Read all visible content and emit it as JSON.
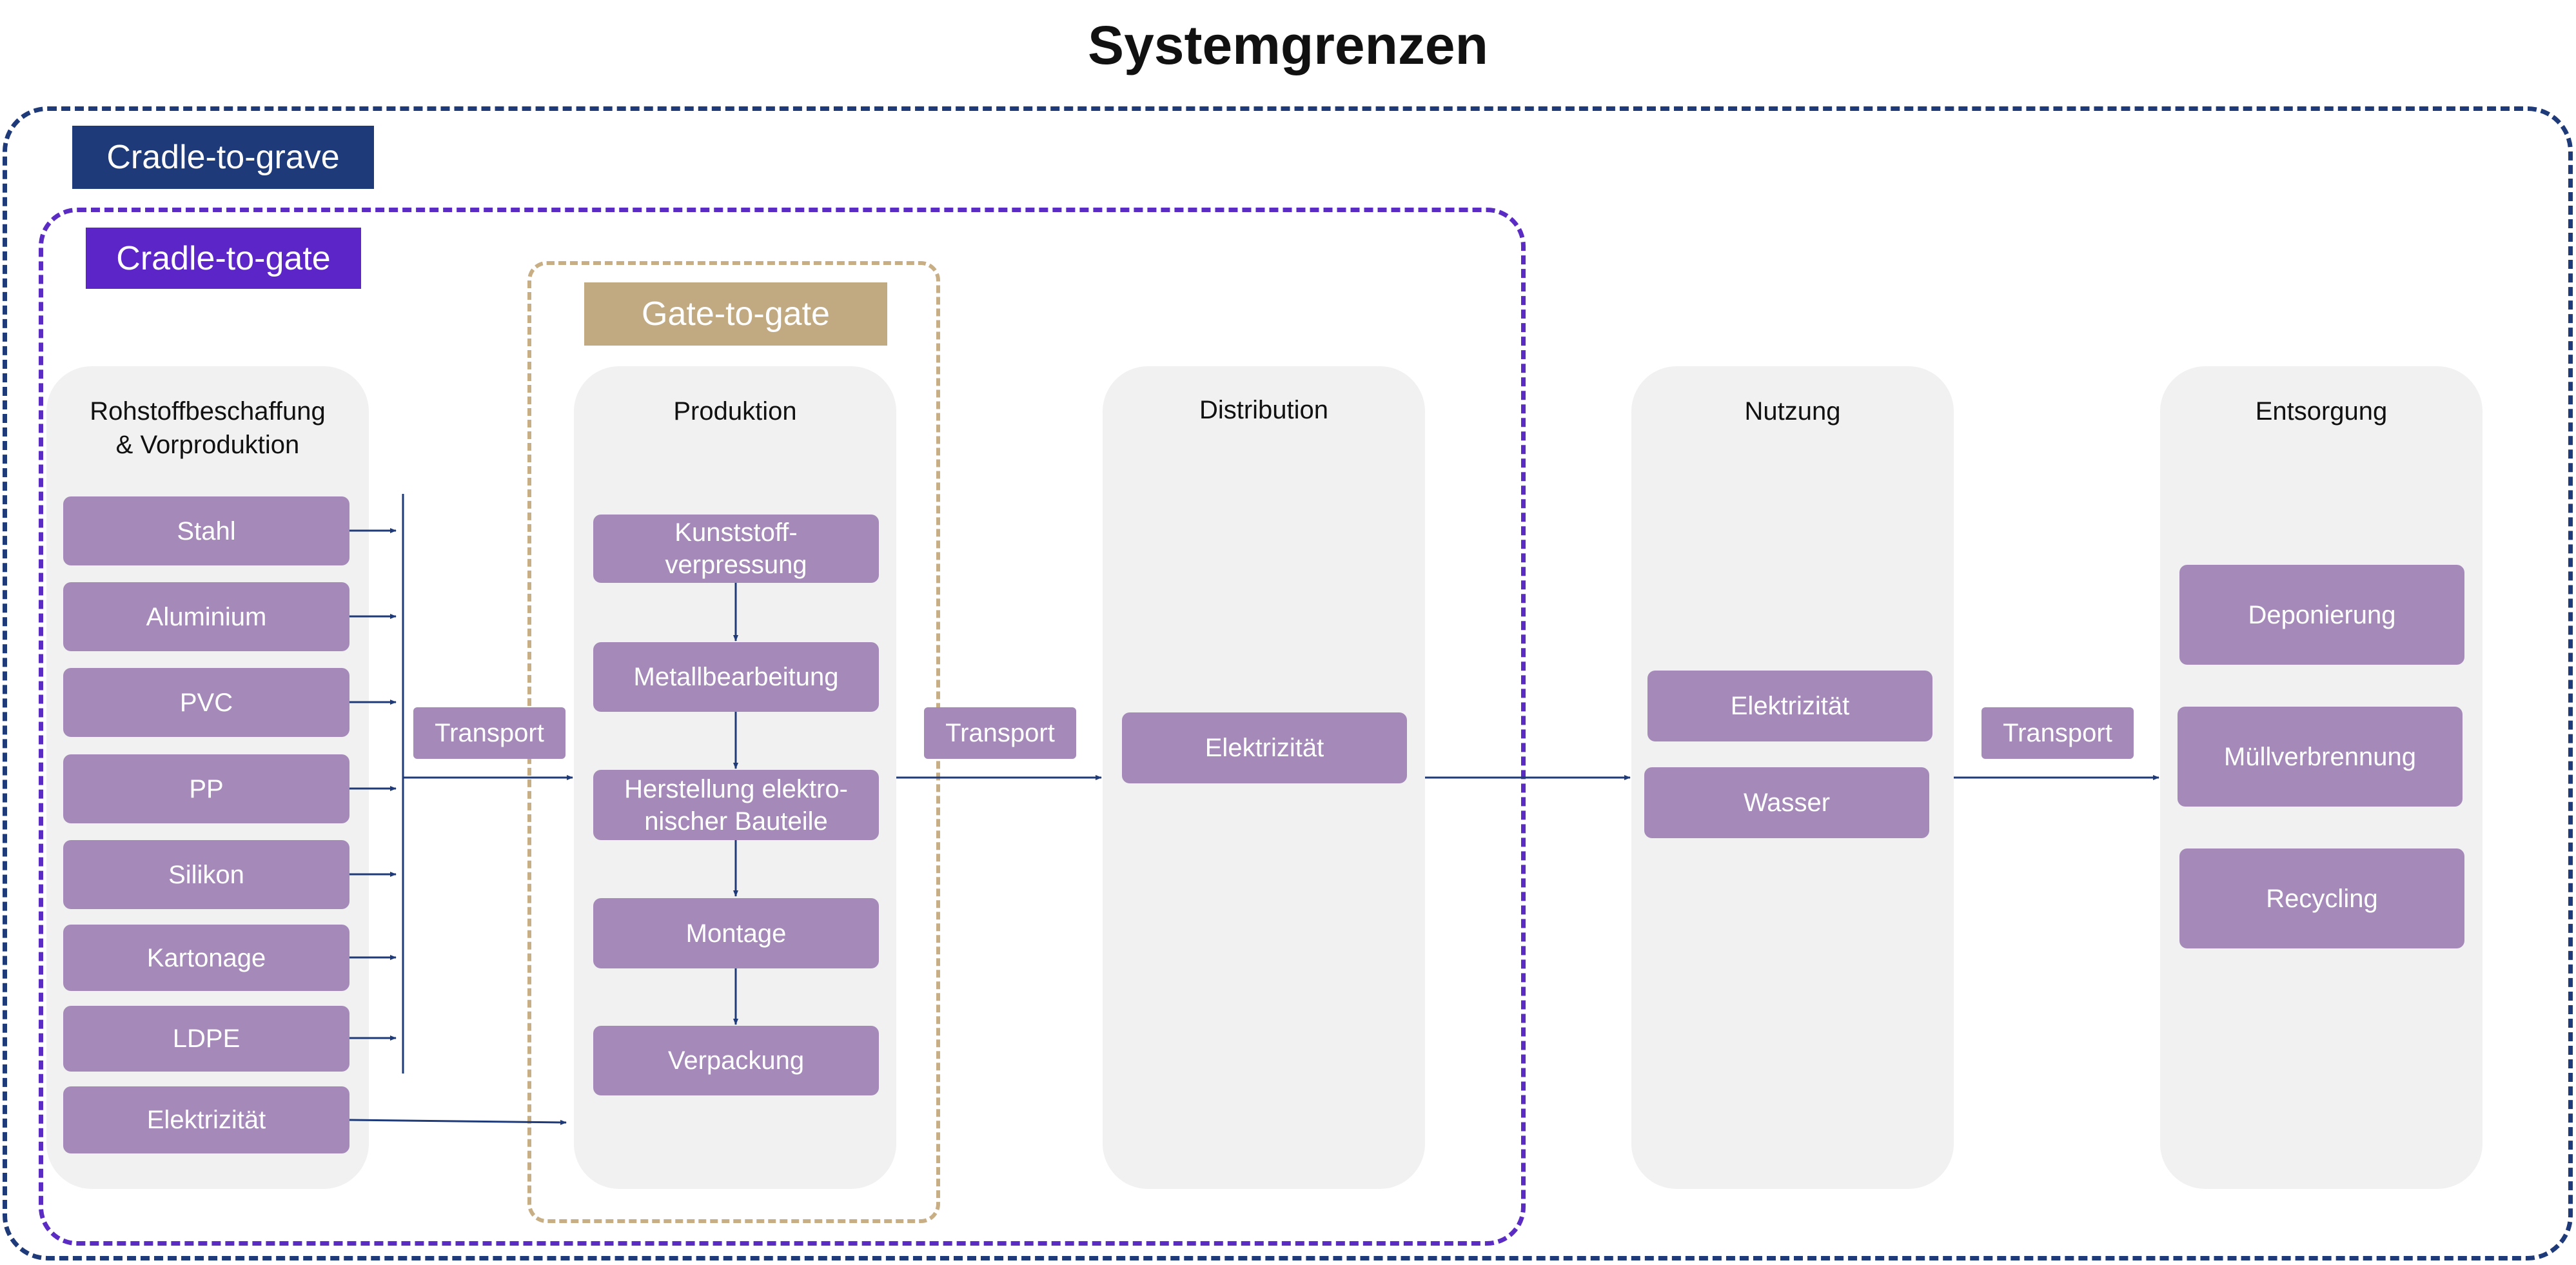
{
  "title": "Systemgrenzen",
  "boundaries": {
    "grave": "Cradle-to-grave",
    "gate": "Cradle-to-gate",
    "gtg": "Gate-to-gate"
  },
  "stages": {
    "rohstoff": {
      "label_line1": "Rohstoffbeschaffung",
      "label_line2": "& Vorproduktion",
      "items": [
        "Stahl",
        "Aluminium",
        "PVC",
        "PP",
        "Silikon",
        "Kartonage",
        "LDPE",
        "Elektrizität"
      ]
    },
    "produktion": {
      "label": "Produktion",
      "items": [
        {
          "line1": "Kunststoff-",
          "line2": "verpressung"
        },
        {
          "line1": "Metallbearbeitung",
          "line2": ""
        },
        {
          "line1": "Herstellung elektro-",
          "line2": "nischer Bauteile"
        },
        {
          "line1": "Montage",
          "line2": ""
        },
        {
          "line1": "Verpackung",
          "line2": ""
        }
      ]
    },
    "distribution": {
      "label": "Distribution",
      "items": [
        "Elektrizität"
      ]
    },
    "nutzung": {
      "label": "Nutzung",
      "items": [
        "Elektrizität",
        "Wasser"
      ]
    },
    "entsorgung": {
      "label": "Entsorgung",
      "items": [
        "Deponierung",
        "Müllverbrennung",
        "Recycling"
      ]
    }
  },
  "transport": [
    "Transport",
    "Transport",
    "Transport"
  ],
  "colors": {
    "cradle_to_grave": "#1e3a78",
    "cradle_to_gate": "#5b25c7",
    "gate_to_gate": "#c1aa82",
    "process_box": "#a58ab9",
    "stage_background": "#f1f1f1",
    "arrow": "#1e3a78"
  }
}
